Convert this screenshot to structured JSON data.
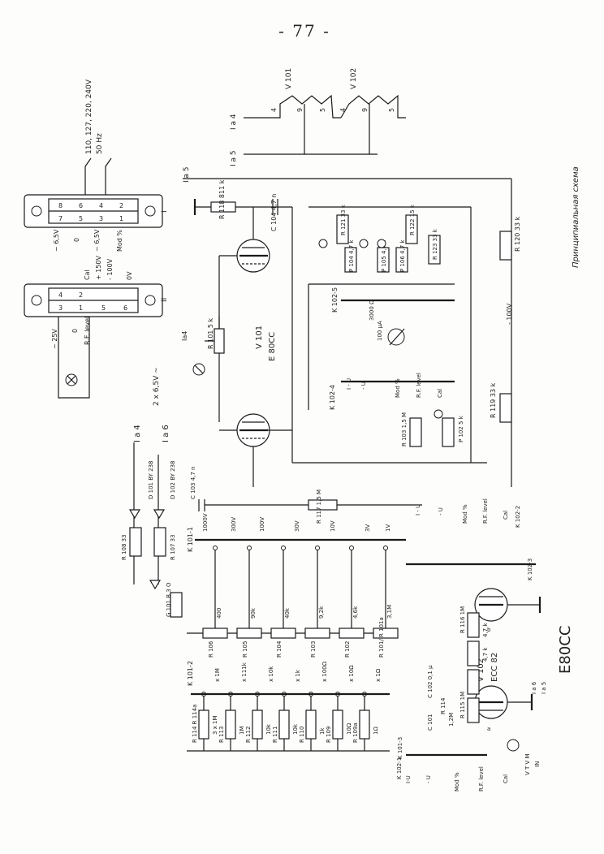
{
  "page": {
    "number": "- 77 -",
    "caption": "Принципиальная схема",
    "scribble": "E80CC"
  },
  "tubes": [
    {
      "ref": "V 101",
      "type": "E 80CC"
    },
    {
      "ref": "V 102",
      "type": "ECC 82"
    },
    {
      "ref": "V 101",
      "type": ""
    },
    {
      "ref": "V 102",
      "type": ""
    }
  ],
  "heater_labels": [
    "I a 4",
    "I a 5",
    "I a 6"
  ],
  "top_right_labels": [
    "I a 4",
    "I a 5"
  ],
  "connectors": {
    "upper": {
      "pins": [
        "8",
        "6",
        "4",
        "2",
        "7",
        "5",
        "3",
        "1"
      ],
      "labels": [
        "~ 6,5V",
        "0",
        "~ 6,5V",
        "Mod %"
      ],
      "id": "I"
    },
    "lower": {
      "pins": [
        "4",
        "2",
        "3",
        "1",
        "5",
        "6"
      ],
      "labels": [
        "Cal",
        "+ 150V",
        "- 100V",
        "0V"
      ],
      "id": "II"
    }
  },
  "mains": {
    "voltages": "110, 127, 220, 240V",
    "freq": "50 Hz"
  },
  "lamp_labels": [
    "~ 25V",
    "0",
    "R.F. level"
  ],
  "supply": {
    "diode1": "D 101 BY 238",
    "diode2": "D 102 BY 238",
    "out1": "I a 4",
    "out2": "I a 6",
    "ac": "2 x 6,5V ~",
    "r_diode": "R 108 33",
    "r_diode2": "R 107 33",
    "pot": "R 101 5 k",
    "pot_label": "Ia4",
    "cap": "C 103 4,7 n",
    "res": "R 117 1,5 M",
    "sel": "K 101-1",
    "rect": "G 101 B 3 O"
  },
  "upper_labels": {
    "r_top": "R 118 811 k",
    "cap_top": "C 104 4,7 n",
    "r121": "R 121 33 k",
    "r122": "R 122 15 k",
    "r123": "R 123 33 k",
    "p104": "P 104 4,7 k",
    "p105": "P 105 4,7 k",
    "p106": "P 106 4,7 k",
    "r120": "R 120 33 k",
    "meter": "100 µA",
    "meter_r": "3000 Ω",
    "k1025": "K 102-5",
    "k1024": "K 102-4",
    "r119": "R 119 33 k",
    "r103": "R 103 1,5 M",
    "p102": "P 102 5 k",
    "neg100": "- 100V",
    "ia5": "I a 5"
  },
  "switch_labels": [
    "I - U",
    "- U",
    "Mod %",
    "R.F. level",
    "Cal",
    "K 102-2"
  ],
  "switch_labels_low": [
    "I-U",
    "- U",
    "Mod %",
    "R.F. level",
    "Cal"
  ],
  "range_labels": [
    "1000V",
    "300V",
    "100V",
    "30V",
    "10V",
    "3V",
    "1V"
  ],
  "divider": [
    {
      "name": "R 106",
      "val": "400"
    },
    {
      "name": "R 105",
      "val": "90k"
    },
    {
      "name": "R 104",
      "val": "40k"
    },
    {
      "name": "R 103",
      "val": "9,2k"
    },
    {
      "name": "R 102",
      "val": "4,6k"
    },
    {
      "name": "R 101/ R 101a",
      "val": "3,1M"
    }
  ],
  "shunt_labels": [
    "K 101-2",
    "x 1M",
    "x 111k",
    "x 10k",
    "x 1k",
    "x 100Ω",
    "x 10Ω",
    "x 1Ω"
  ],
  "shunts": [
    {
      "name": "R 114 R 114a",
      "val": "3 x 1M"
    },
    {
      "name": "R 113",
      "val": "1M"
    },
    {
      "name": "R 112",
      "val": "10k"
    },
    {
      "name": "R 111",
      "val": "10k"
    },
    {
      "name": "R 110",
      "val": "1k"
    },
    {
      "name": "R 109",
      "val": "10Ω"
    },
    {
      "name": "R 109a",
      "val": "1Ω"
    }
  ],
  "v102_labels": [
    "R 116 1M",
    "R 115 1M",
    "C 102 0,1 µ",
    "C 101",
    "R 114",
    "1,2M",
    "4,7 k",
    "a",
    "b",
    "I a 6",
    "I a 5",
    "V T V M",
    "IN",
    "K 101-3",
    "K 102-1",
    "K 102-3",
    "4,7 k"
  ]
}
